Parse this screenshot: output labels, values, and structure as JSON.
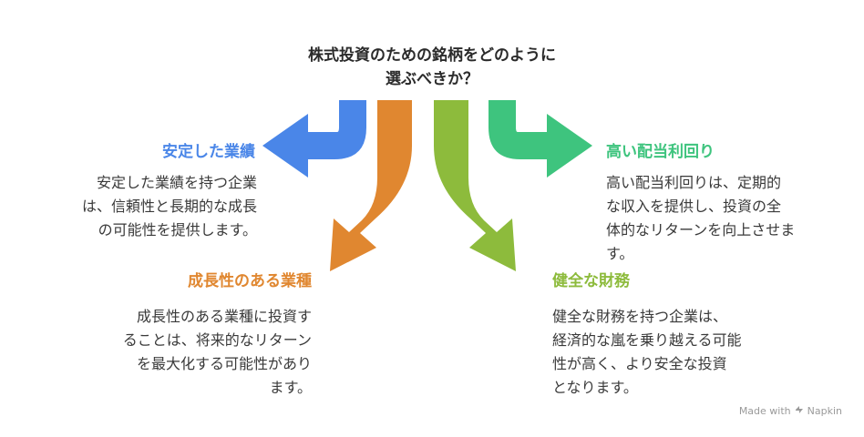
{
  "title": {
    "line1": "株式投資のための銘柄をどのように",
    "line2": "選ぶべきか？"
  },
  "items": [
    {
      "heading": "安定した業績",
      "color": "#4a86e8",
      "lines": [
        "安定した業績を持つ企業",
        "は、信頼性と長期的な成長",
        "の可能性を提供します。"
      ]
    },
    {
      "heading": "成長性のある業種",
      "color": "#e08730",
      "lines": [
        "成長性のある業種に投資す",
        "ることは、将来的なリターン",
        "を最大化する可能性があり",
        "ます。"
      ]
    },
    {
      "heading": "健全な財務",
      "color": "#8dbb3c",
      "lines": [
        "健全な財務を持つ企業は、",
        "経済的な嵐を乗り越える可能",
        "性が高く、より安全な投資",
        "となります。"
      ]
    },
    {
      "heading": "高い配当利回り",
      "color": "#3ec47e",
      "lines": [
        "高い配当利回りは、定期的",
        "な収入を提供し、投資の全",
        "体的なリターンを向上させま",
        "す。"
      ]
    }
  ],
  "footer": {
    "made_with": "Made with",
    "brand": "Napkin"
  }
}
